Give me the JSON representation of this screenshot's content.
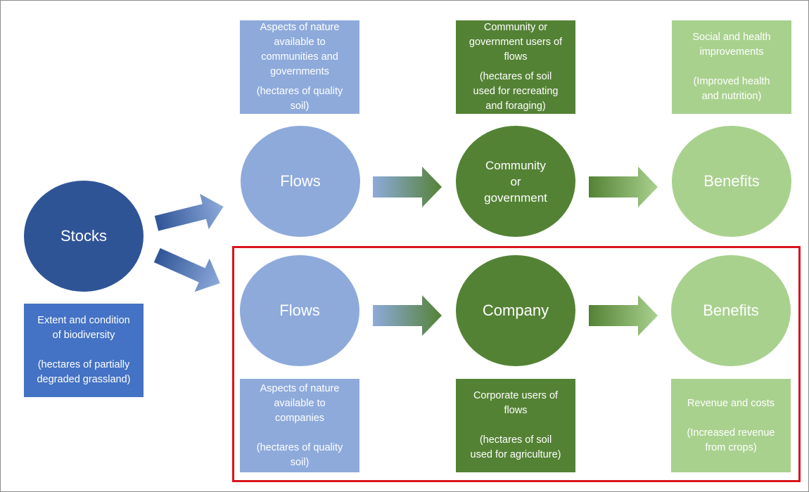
{
  "colors": {
    "stocks": "#2f5496",
    "stocks_box": "#4472c4",
    "flows": "#8eaadb",
    "user": "#548235",
    "benefits": "#a9d18e",
    "highlight": "#d9141b"
  },
  "stocks": {
    "label": "Stocks",
    "box_title": "Extent and condition\nof biodiversity",
    "box_detail": "(hectares of partially\ndegraded grassland)"
  },
  "top_row": {
    "flows_label": "Flows",
    "user_label": "Community\nor\ngovernment",
    "benefits_label": "Benefits",
    "flows_box_title": "Aspects of nature\navailable to\ncommunities and\ngovernments",
    "flows_box_detail": "(hectares of quality\nsoil)",
    "user_box_title": "Community or\ngovernment users of\nflows",
    "user_box_detail": "(hectares of soil\nused for recreating\nand foraging)",
    "benefits_box_title": "Social and health\nimprovements",
    "benefits_box_detail": "(Improved health\nand nutrition)"
  },
  "bottom_row": {
    "flows_label": "Flows",
    "user_label": "Company",
    "benefits_label": "Benefits",
    "flows_box_title": "Aspects of nature\navailable to\ncompanies",
    "flows_box_detail": "(hectares of quality\nsoil)",
    "user_box_title": "Corporate users of\nflows",
    "user_box_detail": "(hectares of soil\nused for agriculture)",
    "benefits_box_title": "Revenue and costs",
    "benefits_box_detail": "(Increased revenue\nfrom crops)"
  }
}
